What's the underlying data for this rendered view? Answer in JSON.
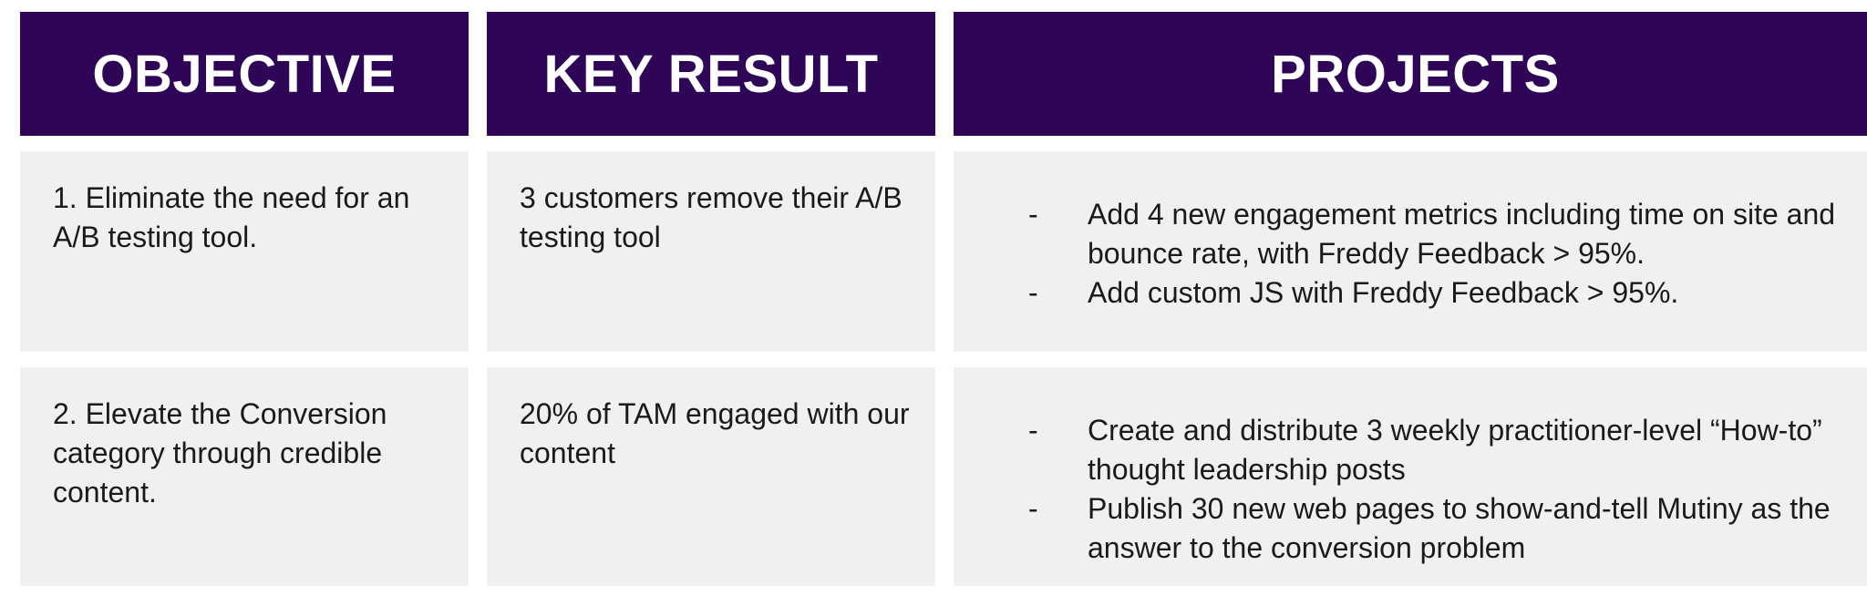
{
  "headers": {
    "objective": "OBJECTIVE",
    "key_result": "KEY RESULT",
    "projects": "PROJECTS"
  },
  "rows": [
    {
      "objective": "1. Eliminate the need for an A/B testing tool.",
      "key_result": "3 customers remove their A/B testing tool",
      "projects": [
        "Add 4 new engagement metrics including time on site and bounce rate, with Freddy Feedback > 95%.",
        "Add custom JS with Freddy Feedback > 95%."
      ]
    },
    {
      "objective": "2. Elevate the Conversion category through credible content.",
      "key_result": "20% of TAM engaged with our content",
      "projects": [
        "Create and distribute 3 weekly practitioner-level “How-to” thought leadership posts",
        "Publish 30 new web pages to show-and-tell Mutiny as the answer to the conversion problem"
      ]
    }
  ],
  "bullet_marker": "-",
  "colors": {
    "header_bg": "#2f0557",
    "header_text": "#ffffff",
    "cell_bg": "#f0f0f0",
    "cell_text": "#1a1a1a"
  }
}
